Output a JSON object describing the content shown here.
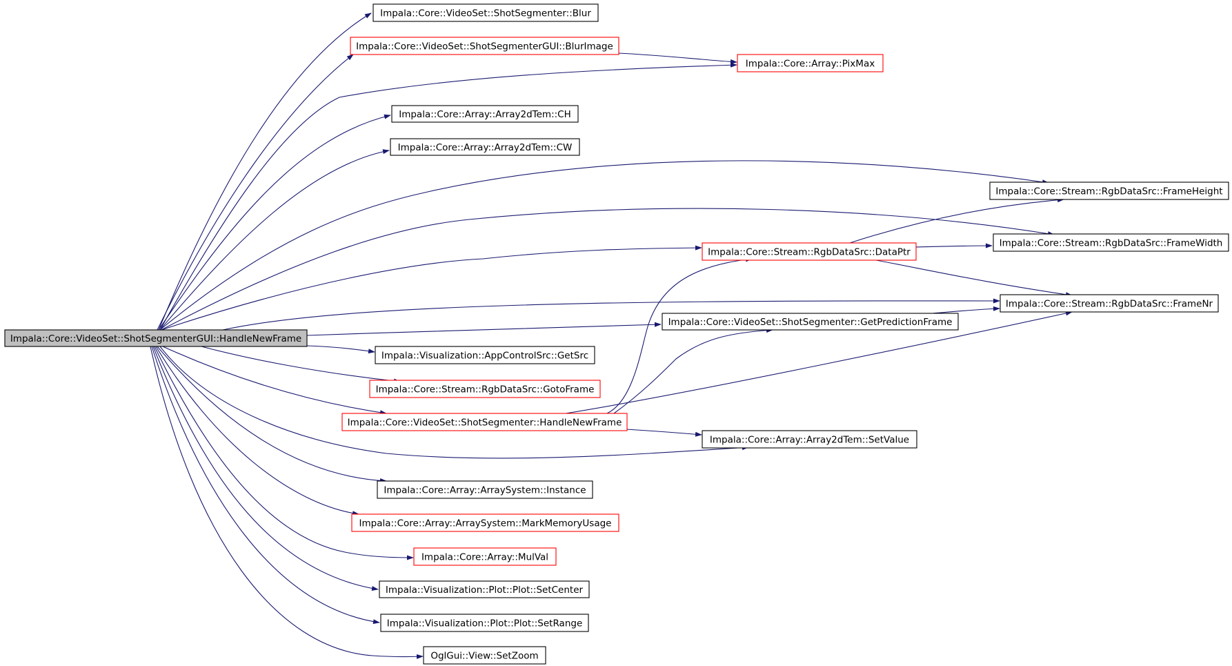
{
  "diagram": {
    "type": "call-graph",
    "colors": {
      "edge": "#191970",
      "root_fill": "#bfbfbf",
      "node_border_normal": "#000000",
      "node_border_highlight": "#ff0000",
      "node_fill": "#ffffff"
    },
    "nodes": [
      {
        "id": "n0",
        "label": "Impala::Core::VideoSet::ShotSegmenterGUI::HandleNewFrame",
        "style": "root"
      },
      {
        "id": "n1",
        "label": "Impala::Core::VideoSet::ShotSegmenter::Blur",
        "style": "normal"
      },
      {
        "id": "n2",
        "label": "Impala::Core::VideoSet::ShotSegmenterGUI::BlurImage",
        "style": "highlight"
      },
      {
        "id": "n3",
        "label": "Impala::Core::Array::PixMax",
        "style": "highlight"
      },
      {
        "id": "n4",
        "label": "Impala::Core::Array::Array2dTem::CH",
        "style": "normal"
      },
      {
        "id": "n5",
        "label": "Impala::Core::Array::Array2dTem::CW",
        "style": "normal"
      },
      {
        "id": "n6",
        "label": "Impala::Core::Stream::RgbDataSrc::FrameHeight",
        "style": "normal"
      },
      {
        "id": "n7",
        "label": "Impala::Core::Stream::RgbDataSrc::DataPtr",
        "style": "highlight"
      },
      {
        "id": "n8",
        "label": "Impala::Core::Stream::RgbDataSrc::FrameWidth",
        "style": "normal"
      },
      {
        "id": "n9",
        "label": "Impala::Core::Stream::RgbDataSrc::FrameNr",
        "style": "normal"
      },
      {
        "id": "n10",
        "label": "Impala::Core::VideoSet::ShotSegmenter::GetPredictionFrame",
        "style": "normal"
      },
      {
        "id": "n11",
        "label": "Impala::Visualization::AppControlSrc::GetSrc",
        "style": "normal"
      },
      {
        "id": "n12",
        "label": "Impala::Core::Stream::RgbDataSrc::GotoFrame",
        "style": "highlight"
      },
      {
        "id": "n13",
        "label": "Impala::Core::VideoSet::ShotSegmenter::HandleNewFrame",
        "style": "highlight"
      },
      {
        "id": "n14",
        "label": "Impala::Core::Array::Array2dTem::SetValue",
        "style": "normal"
      },
      {
        "id": "n15",
        "label": "Impala::Core::Array::ArraySystem::Instance",
        "style": "normal"
      },
      {
        "id": "n16",
        "label": "Impala::Core::Array::ArraySystem::MarkMemoryUsage",
        "style": "highlight"
      },
      {
        "id": "n17",
        "label": "Impala::Core::Array::MulVal",
        "style": "highlight"
      },
      {
        "id": "n18",
        "label": "Impala::Visualization::Plot::Plot::SetCenter",
        "style": "normal"
      },
      {
        "id": "n19",
        "label": "Impala::Visualization::Plot::Plot::SetRange",
        "style": "normal"
      },
      {
        "id": "n20",
        "label": "OglGui::View::SetZoom",
        "style": "normal"
      }
    ],
    "edges": [
      [
        "n0",
        "n1"
      ],
      [
        "n0",
        "n2"
      ],
      [
        "n2",
        "n3"
      ],
      [
        "n0",
        "n3"
      ],
      [
        "n0",
        "n4"
      ],
      [
        "n0",
        "n5"
      ],
      [
        "n0",
        "n6"
      ],
      [
        "n0",
        "n8"
      ],
      [
        "n0",
        "n7"
      ],
      [
        "n7",
        "n6"
      ],
      [
        "n7",
        "n8"
      ],
      [
        "n7",
        "n9"
      ],
      [
        "n0",
        "n9"
      ],
      [
        "n0",
        "n10"
      ],
      [
        "n10",
        "n9"
      ],
      [
        "n0",
        "n11"
      ],
      [
        "n0",
        "n12"
      ],
      [
        "n0",
        "n13"
      ],
      [
        "n13",
        "n7"
      ],
      [
        "n13",
        "n10"
      ],
      [
        "n13",
        "n9"
      ],
      [
        "n13",
        "n14"
      ],
      [
        "n0",
        "n14"
      ],
      [
        "n0",
        "n15"
      ],
      [
        "n0",
        "n16"
      ],
      [
        "n0",
        "n17"
      ],
      [
        "n0",
        "n18"
      ],
      [
        "n0",
        "n19"
      ],
      [
        "n0",
        "n20"
      ]
    ]
  }
}
